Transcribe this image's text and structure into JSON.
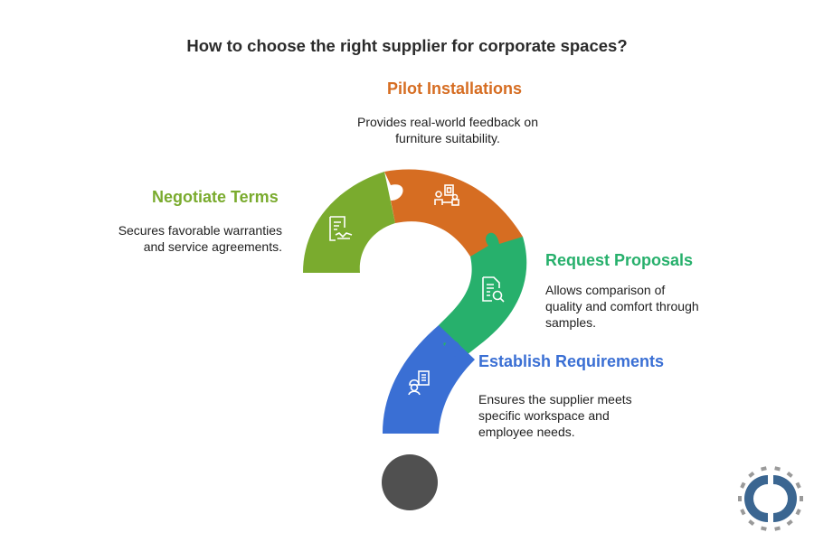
{
  "title": "How to choose the right supplier for corporate spaces?",
  "colors": {
    "negotiate": "#7aab2e",
    "pilot": "#d66d22",
    "request": "#27b06c",
    "establish": "#3a6fd4",
    "dot": "#505050",
    "logo_ring": "#3b6691",
    "logo_ticks": "#9a9a9a"
  },
  "steps": [
    {
      "id": "pilot",
      "title": "Pilot Installations",
      "description_lines": [
        "Provides real-world feedback on",
        "furniture suitability."
      ],
      "icon": "presentation-meeting-icon"
    },
    {
      "id": "negotiate",
      "title": "Negotiate Terms",
      "description_lines": [
        "Secures favorable warranties",
        "and service agreements."
      ],
      "icon": "contract-handshake-icon"
    },
    {
      "id": "request",
      "title": "Request Proposals",
      "description_lines": [
        "Allows comparison of",
        "quality and comfort through",
        "samples."
      ],
      "icon": "document-search-icon"
    },
    {
      "id": "establish",
      "title": "Establish Requirements",
      "description_lines": [
        "Ensures the supplier meets",
        "specific workspace and",
        "employee needs."
      ],
      "icon": "worker-clipboard-icon"
    }
  ]
}
